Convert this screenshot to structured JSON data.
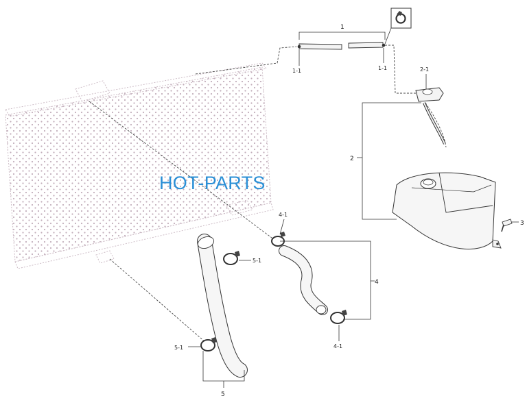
{
  "watermark": {
    "text": "HOT-PARTS",
    "color": "#2b8fd6"
  },
  "colors": {
    "line": "#333333",
    "ghost": "#c9b8c2",
    "part_fill": "#f4f4f4"
  },
  "callouts": {
    "part_1": "1",
    "part_1_1_left": "1-1",
    "part_1_1_right": "1-1",
    "part_2": "2",
    "part_2_1": "2-1",
    "part_3": "3",
    "part_4": "4",
    "part_4_1_top": "4-1",
    "part_4_1_bottom": "4-1",
    "part_5": "5",
    "part_5_1_right": "5-1",
    "part_5_1_left": "5-1"
  },
  "icons": {
    "clamp_detail": "hose-clamp-icon"
  }
}
